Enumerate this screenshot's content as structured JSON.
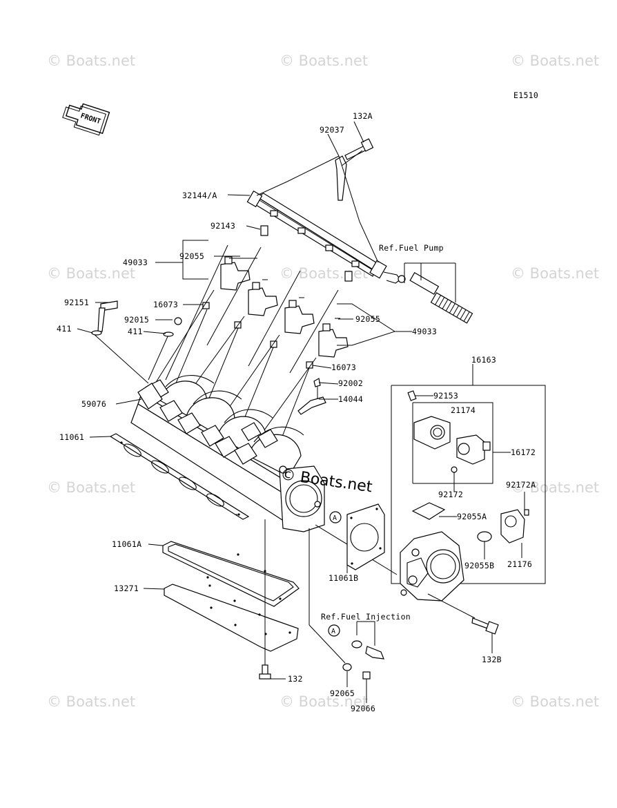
{
  "watermark": "© Boats.net",
  "center_watermark": "© Boats.net",
  "diagram_code": "E1510",
  "front_arrow": "FRONT",
  "callouts": {
    "ref_fuel_pump": "Ref.Fuel Pump",
    "ref_fuel_injection": "Ref.Fuel Injection",
    "marker_a": "A"
  },
  "parts": {
    "p132A": "132A",
    "p92037": "92037",
    "p32144A": "32144/A",
    "p92143": "92143",
    "p92055_left": "92055",
    "p49033_left": "49033",
    "p92151": "92151",
    "p16073_upper": "16073",
    "p92015": "92015",
    "p411_left": "411",
    "p411_right": "411",
    "p92055_right": "92055",
    "p49033_right": "49033",
    "p16073_lower": "16073",
    "p16163": "16163",
    "p92002": "92002",
    "p14044": "14044",
    "p59076": "59076",
    "p92153": "92153",
    "p21174": "21174",
    "p11061": "11061",
    "p16172": "16172",
    "p92172": "92172",
    "p92172A": "92172A",
    "p92055A": "92055A",
    "p11061A": "11061A",
    "p92055B": "92055B",
    "p21176": "21176",
    "p11061B": "11061B",
    "p13271": "13271",
    "p132B": "132B",
    "p132": "132",
    "p92065": "92065",
    "p92066": "92066"
  }
}
